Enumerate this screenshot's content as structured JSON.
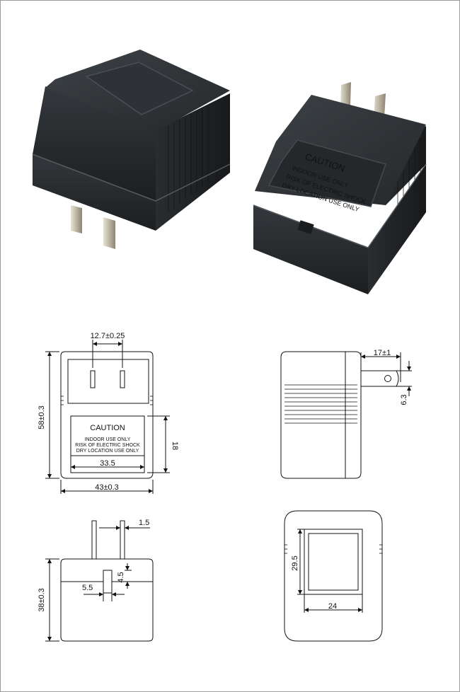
{
  "photos": {
    "left_adapter": "adapter-front-view",
    "right_adapter": "adapter-rear-view",
    "label_lines": [
      "CAUTION",
      "INDOOR USE ONLY",
      "RISK OF ELECTRIC SHOCK",
      "DRY LOCATION USE ONLY"
    ]
  },
  "front_view": {
    "pin_spacing": "12.7±0.25",
    "height": "58±0.3",
    "label_height": "18",
    "label_width": "33.5",
    "width": "43±0.3",
    "caution_title": "CAUTION",
    "caution_line1": "INDOOR USE ONLY",
    "caution_line2": "RISK OF ELECTRIC SHOCK",
    "caution_line3": "DRY LOCATION USE ONLY"
  },
  "side_view": {
    "pin_length": "17±1",
    "pin_hole": "6.3"
  },
  "bottom_view": {
    "pin_thickness": "1.5",
    "depth": "38±0.3",
    "slot_width": "5.5",
    "slot_depth": "4.5"
  },
  "top_view": {
    "panel_height": "29.5",
    "panel_width": "24"
  },
  "colors": {
    "body": "#2b2e31",
    "pin": "#c9c2b2",
    "line": "#111111"
  }
}
